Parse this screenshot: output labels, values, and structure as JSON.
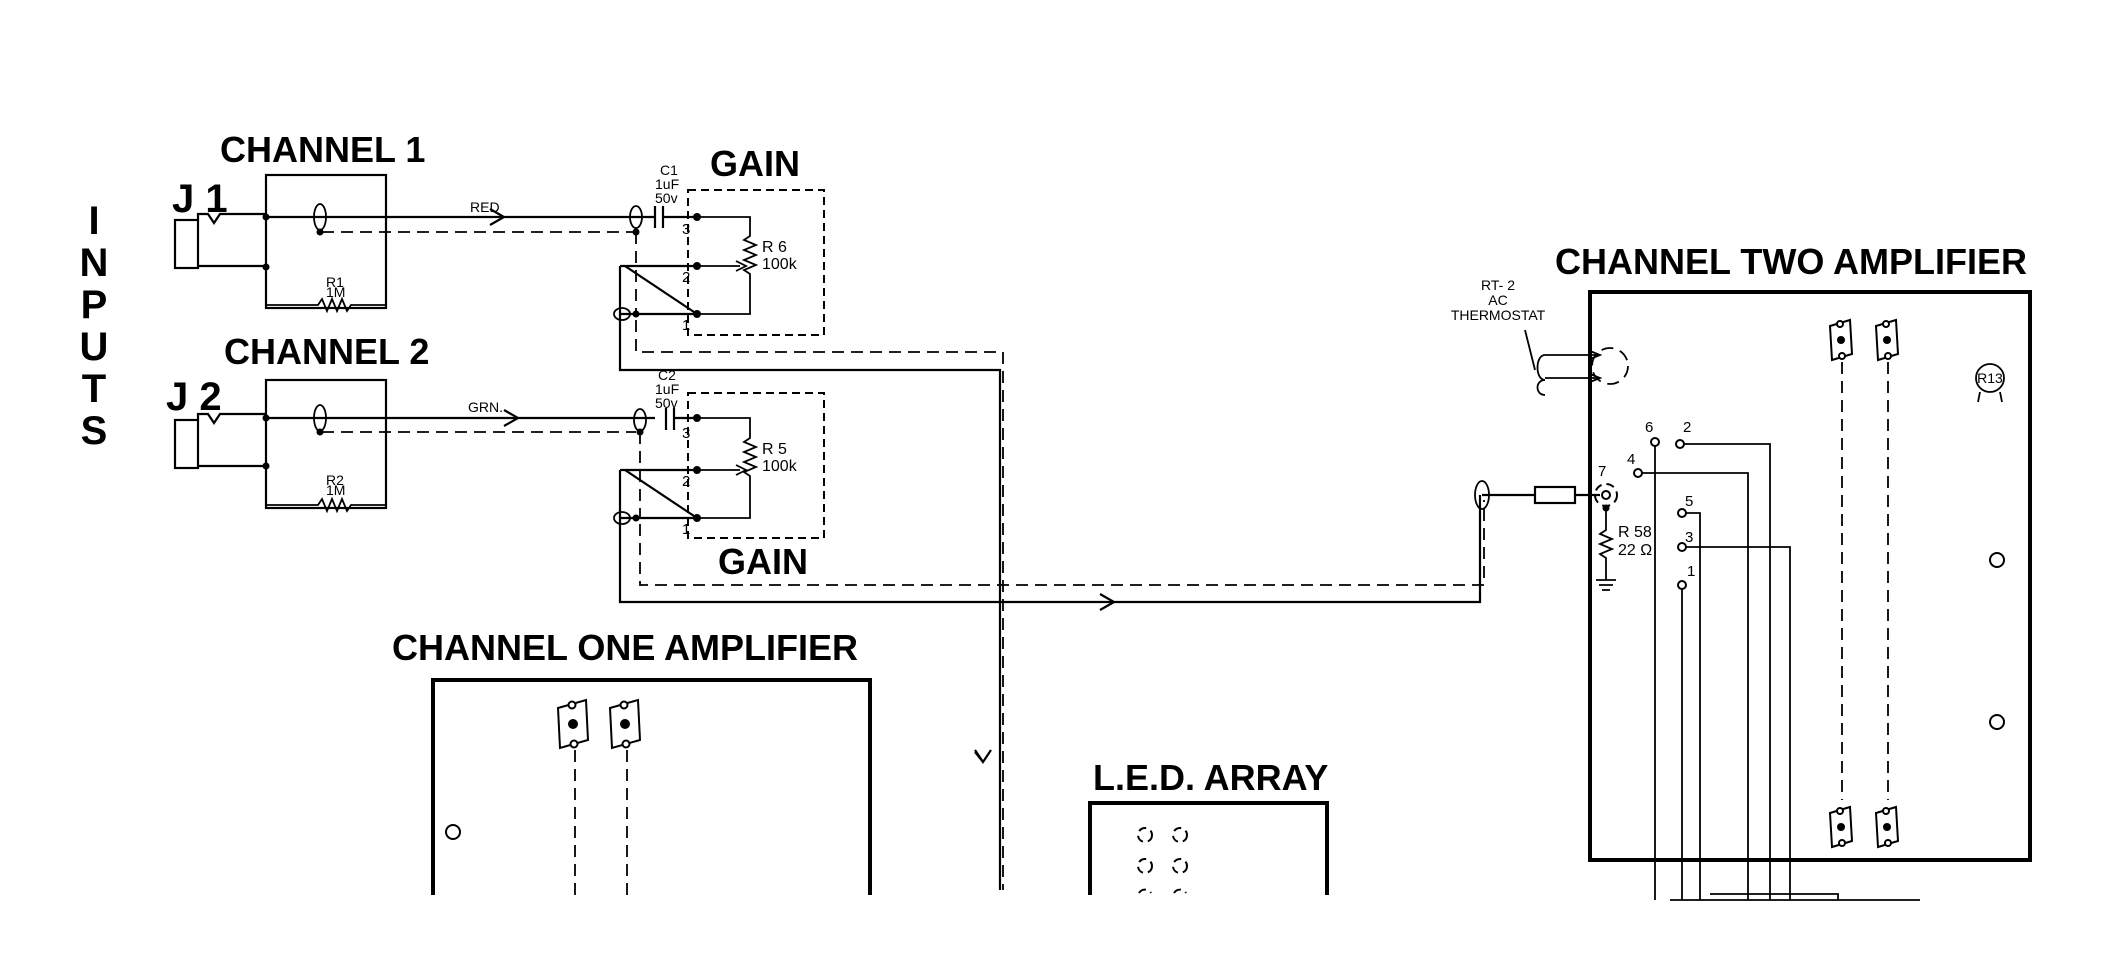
{
  "inputs_label": [
    "I",
    "N",
    "P",
    "U",
    "T",
    "S"
  ],
  "channel1": {
    "title": "CHANNEL 1",
    "jack": "J 1",
    "wire": "RED",
    "resistor": {
      "name": "R1",
      "value": "1M"
    }
  },
  "channel2": {
    "title": "CHANNEL 2",
    "jack": "J 2",
    "wire": "GRN.",
    "resistor": {
      "name": "R2",
      "value": "1M"
    }
  },
  "c1": {
    "name": "C1",
    "value": "1uF",
    "voltage": "50v"
  },
  "c2": {
    "name": "C2",
    "value": "1uF",
    "voltage": "50v"
  },
  "gain_top": {
    "title": "GAIN",
    "pot_name": "R 6",
    "pot_value": "100k",
    "pins": [
      "3",
      "2",
      "1"
    ]
  },
  "gain_bottom": {
    "title": "GAIN",
    "pot_name": "R 5",
    "pot_value": "100k",
    "pins": [
      "3",
      "2",
      "1"
    ]
  },
  "thermostat": {
    "name": "RT- 2",
    "type": "AC",
    "label": "THERMOSTAT"
  },
  "channel_two_amp": {
    "title": "CHANNEL TWO AMPLIFIER",
    "pins": [
      "6",
      "2",
      "4",
      "7",
      "5",
      "3",
      "1"
    ],
    "resistor": {
      "name": "R 58",
      "value": "22 Ω"
    },
    "trim": "R13"
  },
  "channel_one_amp": {
    "title": "CHANNEL ONE AMPLIFIER"
  },
  "led_array": {
    "title": "L.E.D. ARRAY"
  }
}
